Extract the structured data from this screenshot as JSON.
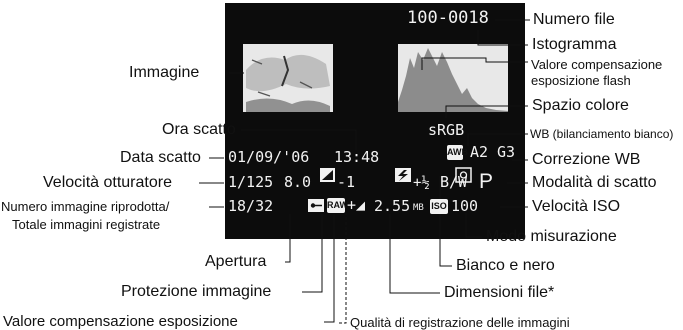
{
  "screen": {
    "file_number": "100-0018",
    "date": "01/09/'06",
    "time": "13:48",
    "color_space": "sRGB",
    "wb_mode": "A2",
    "wb_correction": "G3",
    "shutter_speed": "1/125",
    "aperture": "8.0",
    "exposure_comp": "-1",
    "flash_comp": "+½",
    "monochrome": "B/W",
    "shooting_mode": "P",
    "playback_count": "18/32",
    "file_size": "2.55",
    "file_size_unit": "MB",
    "iso": "100",
    "quality_glyph": "+◢",
    "awb_icon": "AWB",
    "raw_icon": "RAW",
    "iso_icon": "ISO"
  },
  "labels": {
    "file_number": "Numero file",
    "histogram": "Istogramma",
    "flash_comp_1": "Valore compensazione",
    "flash_comp_2": "esposizione flash",
    "image": "Immagine",
    "color_space": "Spazio colore",
    "time": "Ora scatto",
    "wb": "WB (bilanciamento bianco)",
    "date": "Data scatto",
    "wb_correction": "Correzione WB",
    "shutter": "Velocità otturatore",
    "shooting_mode": "Modalità di scatto",
    "playback_count_1": "Numero immagine riprodotta/",
    "playback_count_2": "Totale immagini registrate",
    "iso": "Velocità ISO",
    "metering": "Modo misurazione",
    "aperture": "Apertura",
    "monochrome": "Bianco e nero",
    "protect": "Protezione immagine",
    "file_size": "Dimensioni file*",
    "exposure_comp": "Valore compensazione esposizione",
    "quality": "Qualità di registrazione delle immagini"
  }
}
